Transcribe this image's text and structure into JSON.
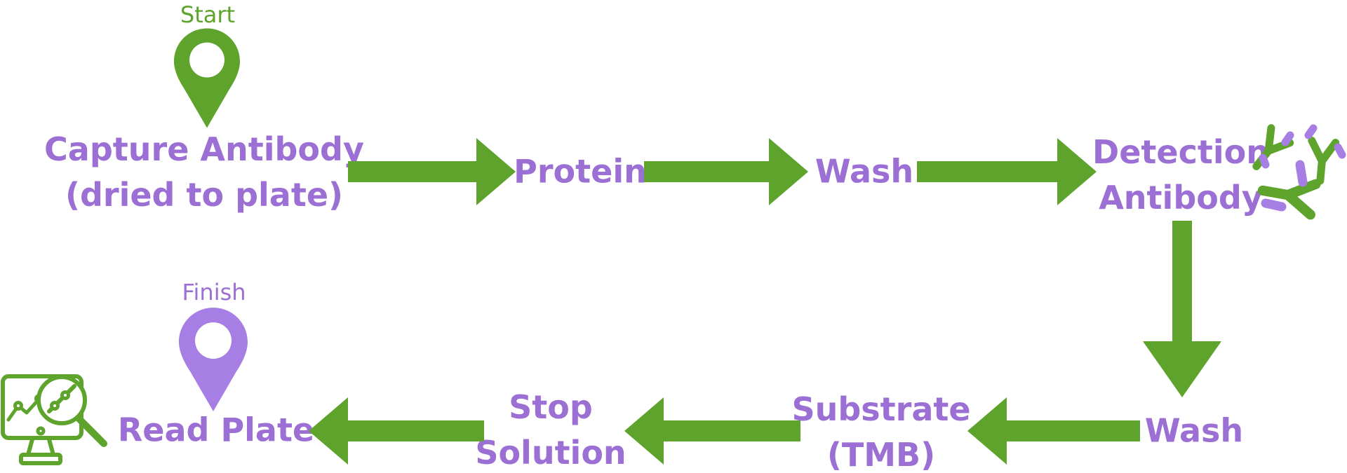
{
  "title": "ELISA workflow diagram",
  "colors": {
    "green": "#5ea32b",
    "purple": "#9b6fd3",
    "pin_purple": "#a77ee3",
    "background": "#ffffff"
  },
  "markers": {
    "start": {
      "label": "Start"
    },
    "finish": {
      "label": "Finish"
    }
  },
  "steps": [
    {
      "id": "capture-antibody",
      "line1": "Capture Antibody",
      "line2": "(dried to plate)"
    },
    {
      "id": "protein",
      "line1": "Protein"
    },
    {
      "id": "wash-1",
      "line1": "Wash"
    },
    {
      "id": "detection-antibody",
      "line1": "Detection",
      "line2": "Antibody"
    },
    {
      "id": "wash-2",
      "line1": "Wash"
    },
    {
      "id": "substrate-tmb",
      "line1": "Substrate",
      "line2": "(TMB)"
    },
    {
      "id": "stop-solution",
      "line1": "Stop",
      "line2": "Solution"
    },
    {
      "id": "read-plate",
      "line1": "Read Plate"
    }
  ],
  "arrows": [
    {
      "from": "capture-antibody",
      "to": "protein",
      "direction": "right"
    },
    {
      "from": "protein",
      "to": "wash-1",
      "direction": "right"
    },
    {
      "from": "wash-1",
      "to": "detection-antibody",
      "direction": "right"
    },
    {
      "from": "detection-antibody",
      "to": "wash-2",
      "direction": "down"
    },
    {
      "from": "wash-2",
      "to": "substrate-tmb",
      "direction": "left"
    },
    {
      "from": "substrate-tmb",
      "to": "stop-solution",
      "direction": "left"
    },
    {
      "from": "stop-solution",
      "to": "read-plate",
      "direction": "left"
    }
  ],
  "icons": {
    "start_pin": "map-pin",
    "finish_pin": "map-pin",
    "detection_antibody": "antibodies",
    "read_plate": "monitor-chart-magnifier"
  }
}
